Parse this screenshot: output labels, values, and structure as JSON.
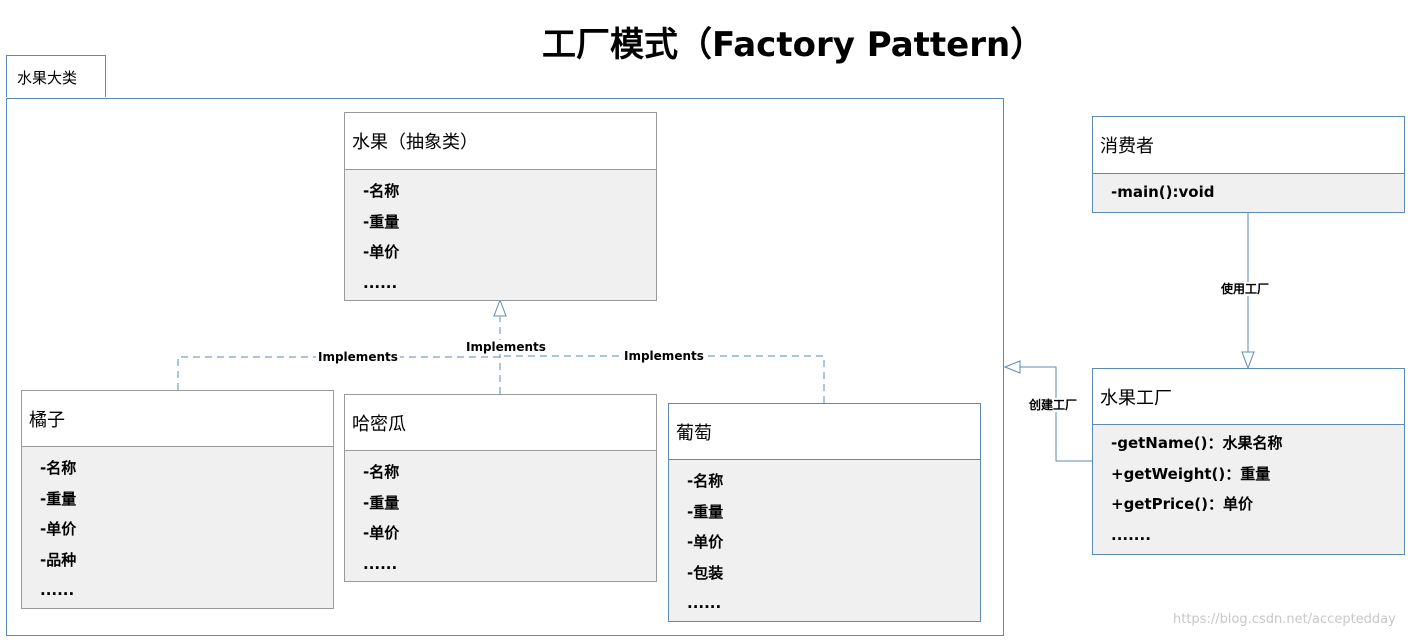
{
  "title": "工厂模式（Factory Pattern）",
  "package": {
    "name": "水果大类"
  },
  "classes": {
    "fruit": {
      "name": "水果（抽象类）",
      "members": [
        "-名称",
        "-重量",
        "-单价",
        "......"
      ]
    },
    "orange": {
      "name": "橘子",
      "members": [
        "-名称",
        "-重量",
        "-单价",
        "-品种",
        "......"
      ]
    },
    "melon": {
      "name": "哈密瓜",
      "members": [
        "-名称",
        "-重量",
        "-单价",
        "......"
      ]
    },
    "grape": {
      "name": "葡萄",
      "members": [
        "-名称",
        "-重量",
        "-单价",
        "-包装",
        "......"
      ]
    },
    "consumer": {
      "name": "消费者",
      "members": [
        "-main():void"
      ]
    },
    "factory": {
      "name": "水果工厂",
      "members": [
        "-getName()：水果名称",
        "+getWeight()：重量",
        "+getPrice()：单价",
        "......."
      ]
    }
  },
  "relations": {
    "implements_left": "Implements",
    "implements_center": "Implements",
    "implements_right": "Implements",
    "use_factory": "使用工厂",
    "create_factory": "创建工厂"
  },
  "watermark": "https://blog.csdn.net/acceptedday",
  "colors": {
    "package_border": "#5b8bb3",
    "class_border": "#9a9a9a",
    "class_fill": "#f0f0f0",
    "connector": "#5b8bb3"
  }
}
